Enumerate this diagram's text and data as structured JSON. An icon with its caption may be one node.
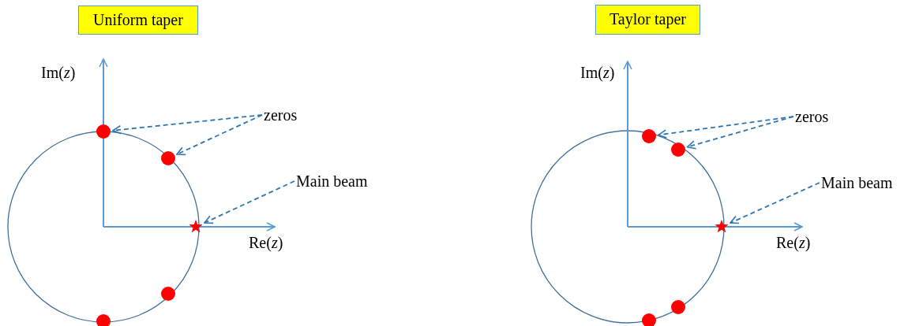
{
  "diagram": {
    "nodes": [
      {
        "text": [
          "Uniform taper"
        ]
      },
      {
        "text": [
          "zeros"
        ]
      },
      {
        "text": [],
        "shape": "circle"
      },
      {
        "text": [],
        "shape": "circle"
      },
      {
        "text": [
          "Main beam"
        ]
      },
      {
        "text": [],
        "shape": "star"
      },
      {
        "text": [],
        "shape": "circle"
      },
      {
        "text": [],
        "shape": "circle"
      },
      {
        "text": [
          "Taylor taper"
        ]
      },
      {
        "text": [
          "zeros"
        ]
      },
      {
        "text": [],
        "shape": "circle"
      },
      {
        "text": [],
        "shape": "circle"
      },
      {
        "text": [
          "Main beam"
        ]
      },
      {
        "text": [],
        "shape": "star"
      },
      {
        "text": [],
        "shape": "circle"
      },
      {
        "text": [],
        "shape": "circle"
      }
    ],
    "edges": [
      {
        "from": 1,
        "to": 2,
        "arrow": "to",
        "style": "dashed"
      },
      {
        "from": 1,
        "to": 3,
        "arrow": "to",
        "style": "dashed"
      },
      {
        "from": 4,
        "to": 5,
        "arrow": "to",
        "style": "dashed"
      },
      {
        "from": 9,
        "to": 10,
        "arrow": "to",
        "style": "dashed"
      },
      {
        "from": 9,
        "to": 11,
        "arrow": "to",
        "style": "dashed"
      },
      {
        "from": 12,
        "to": 13,
        "arrow": "to",
        "style": "dashed"
      }
    ],
    "labels": [
      "Im(*z*)",
      "Re(*z*)",
      "Im(*z*)",
      "Re(*z*)"
    ]
  }
}
